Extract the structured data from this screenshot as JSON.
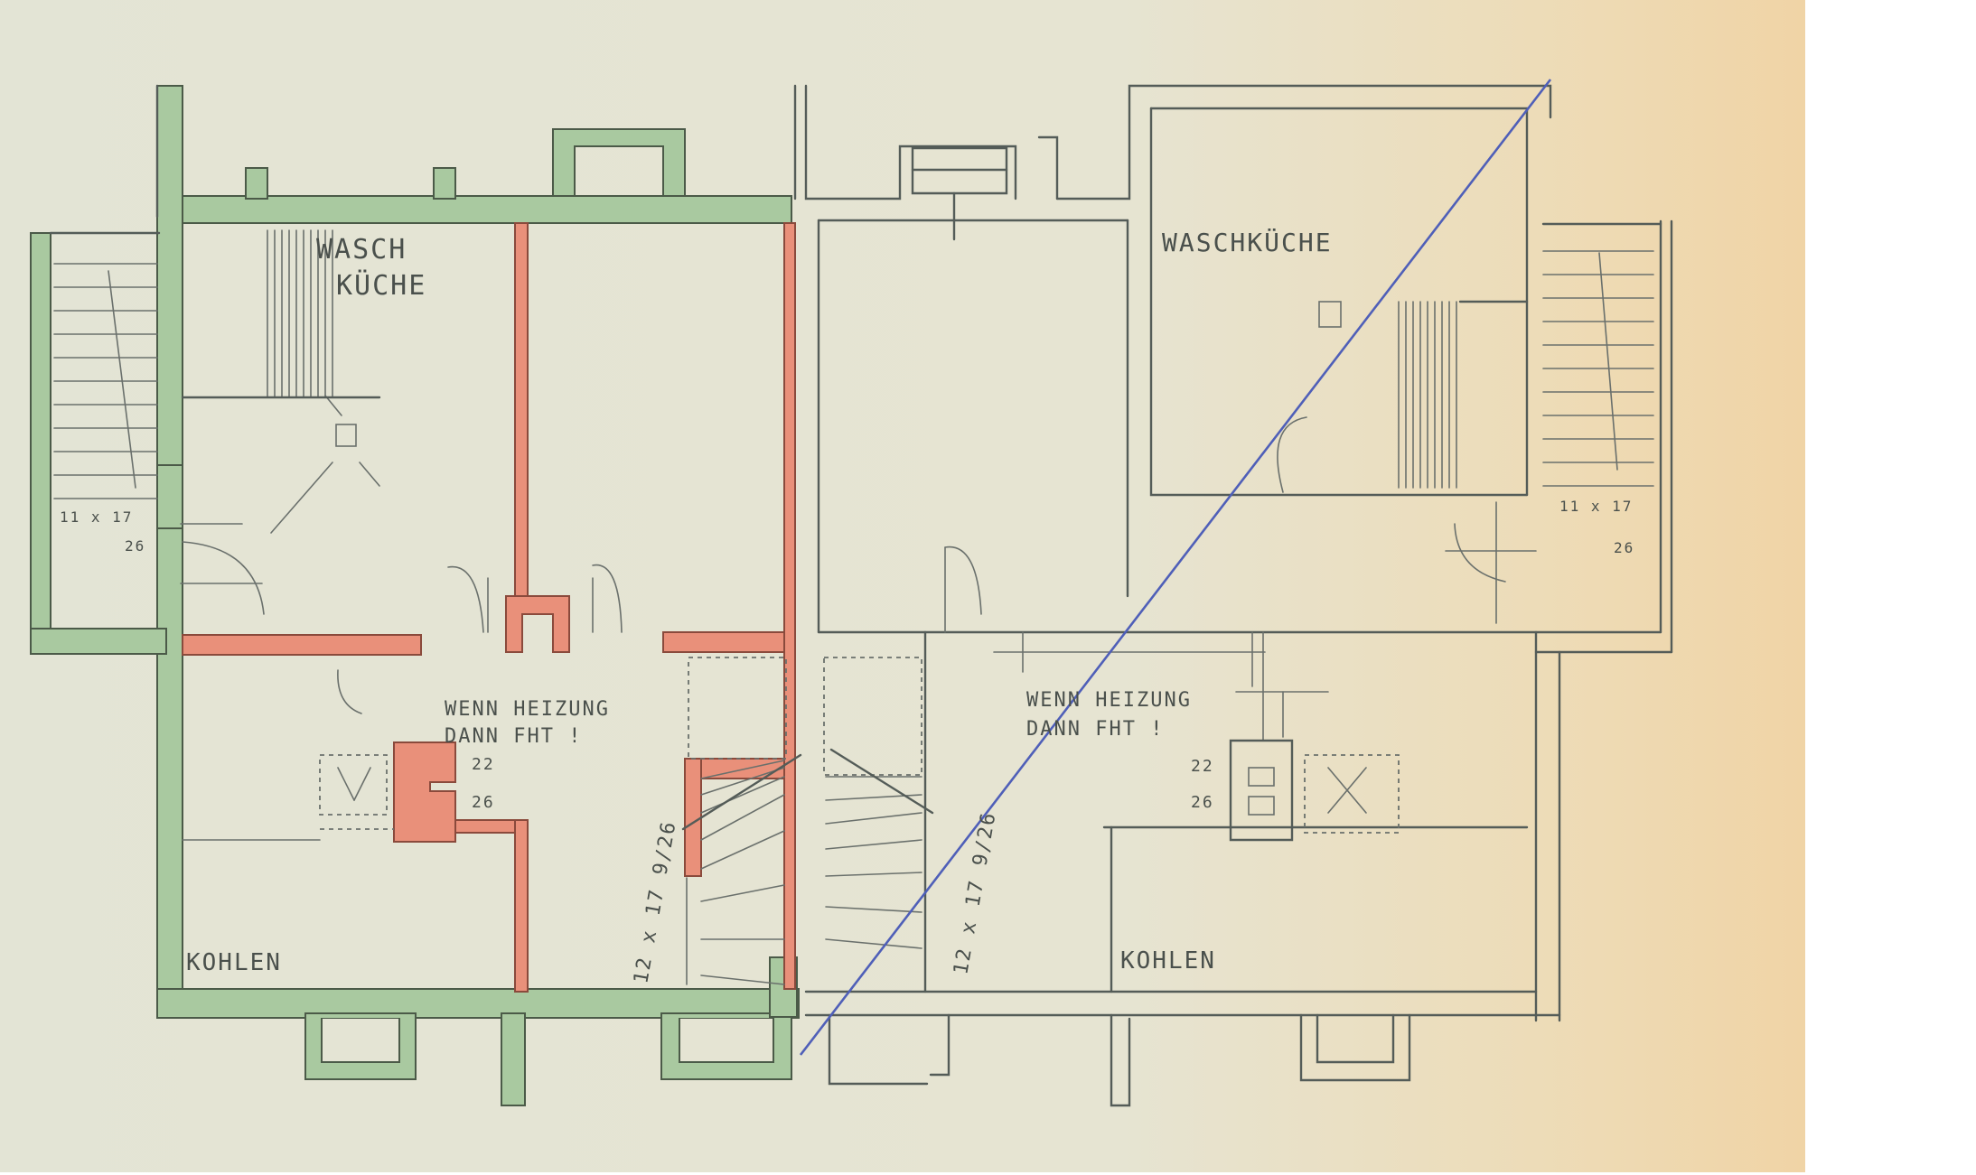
{
  "plan": {
    "left_unit": {
      "room_washroom_line1": "WASCH",
      "room_washroom_line2": "KÜCHE",
      "heating_note_line1": "WENN HEIZUNG",
      "heating_note_line2": "DANN FHT !",
      "room_coal": "KOHLEN",
      "stair_rear_dim_a": "11 x 17",
      "stair_rear_dim_b": "26",
      "stair_main_dim": "12 x 17 9/26",
      "chimney_dim_a": "22",
      "chimney_dim_b": "26"
    },
    "right_unit": {
      "room_washroom": "WASCHKÜCHE",
      "heating_note_line1": "WENN HEIZUNG",
      "heating_note_line2": "DANN FHT !",
      "room_coal": "KOHLEN",
      "stair_rear_dim_a": "11 x 17",
      "stair_rear_dim_b": "26",
      "stair_main_dim": "12 x 17 9/26",
      "chimney_dim_a": "22",
      "chimney_dim_b": "26"
    },
    "colors": {
      "paper": "#e4e5d6",
      "paper_warm": "#eed9b0",
      "existing_wall_green": "#a9c9a0",
      "new_wall_red": "#e9907a",
      "pencil_line": "#545c58",
      "blue_strike_line": "#4f5fb8"
    }
  }
}
